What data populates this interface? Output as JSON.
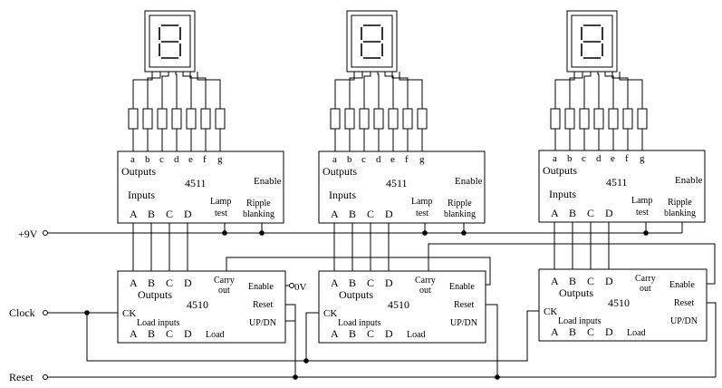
{
  "decoder": {
    "part": "4511",
    "outputs": "Outputs",
    "inputs": "Inputs",
    "enable": "Enable",
    "segments": [
      "a",
      "b",
      "c",
      "d",
      "e",
      "f",
      "g"
    ],
    "bcd_inputs": [
      "A",
      "B",
      "C",
      "D"
    ],
    "lamp_test": [
      "Lamp",
      "test"
    ],
    "ripple_blanking": [
      "Ripple",
      "blanking"
    ]
  },
  "counter": {
    "part": "4510",
    "outputs": "Outputs",
    "load_inputs": "Load inputs",
    "outputs_pins": [
      "A",
      "B",
      "C",
      "D"
    ],
    "load_pins": [
      "A",
      "B",
      "C",
      "D"
    ],
    "ck": "CK",
    "load": "Load",
    "carry_out": [
      "Carry",
      "out"
    ],
    "enable": "Enable",
    "reset": "Reset",
    "updn": "UP/DN"
  },
  "rails": {
    "supply": "+9V",
    "clock": "Clock",
    "reset": "Reset",
    "enable_tie": "0V"
  }
}
